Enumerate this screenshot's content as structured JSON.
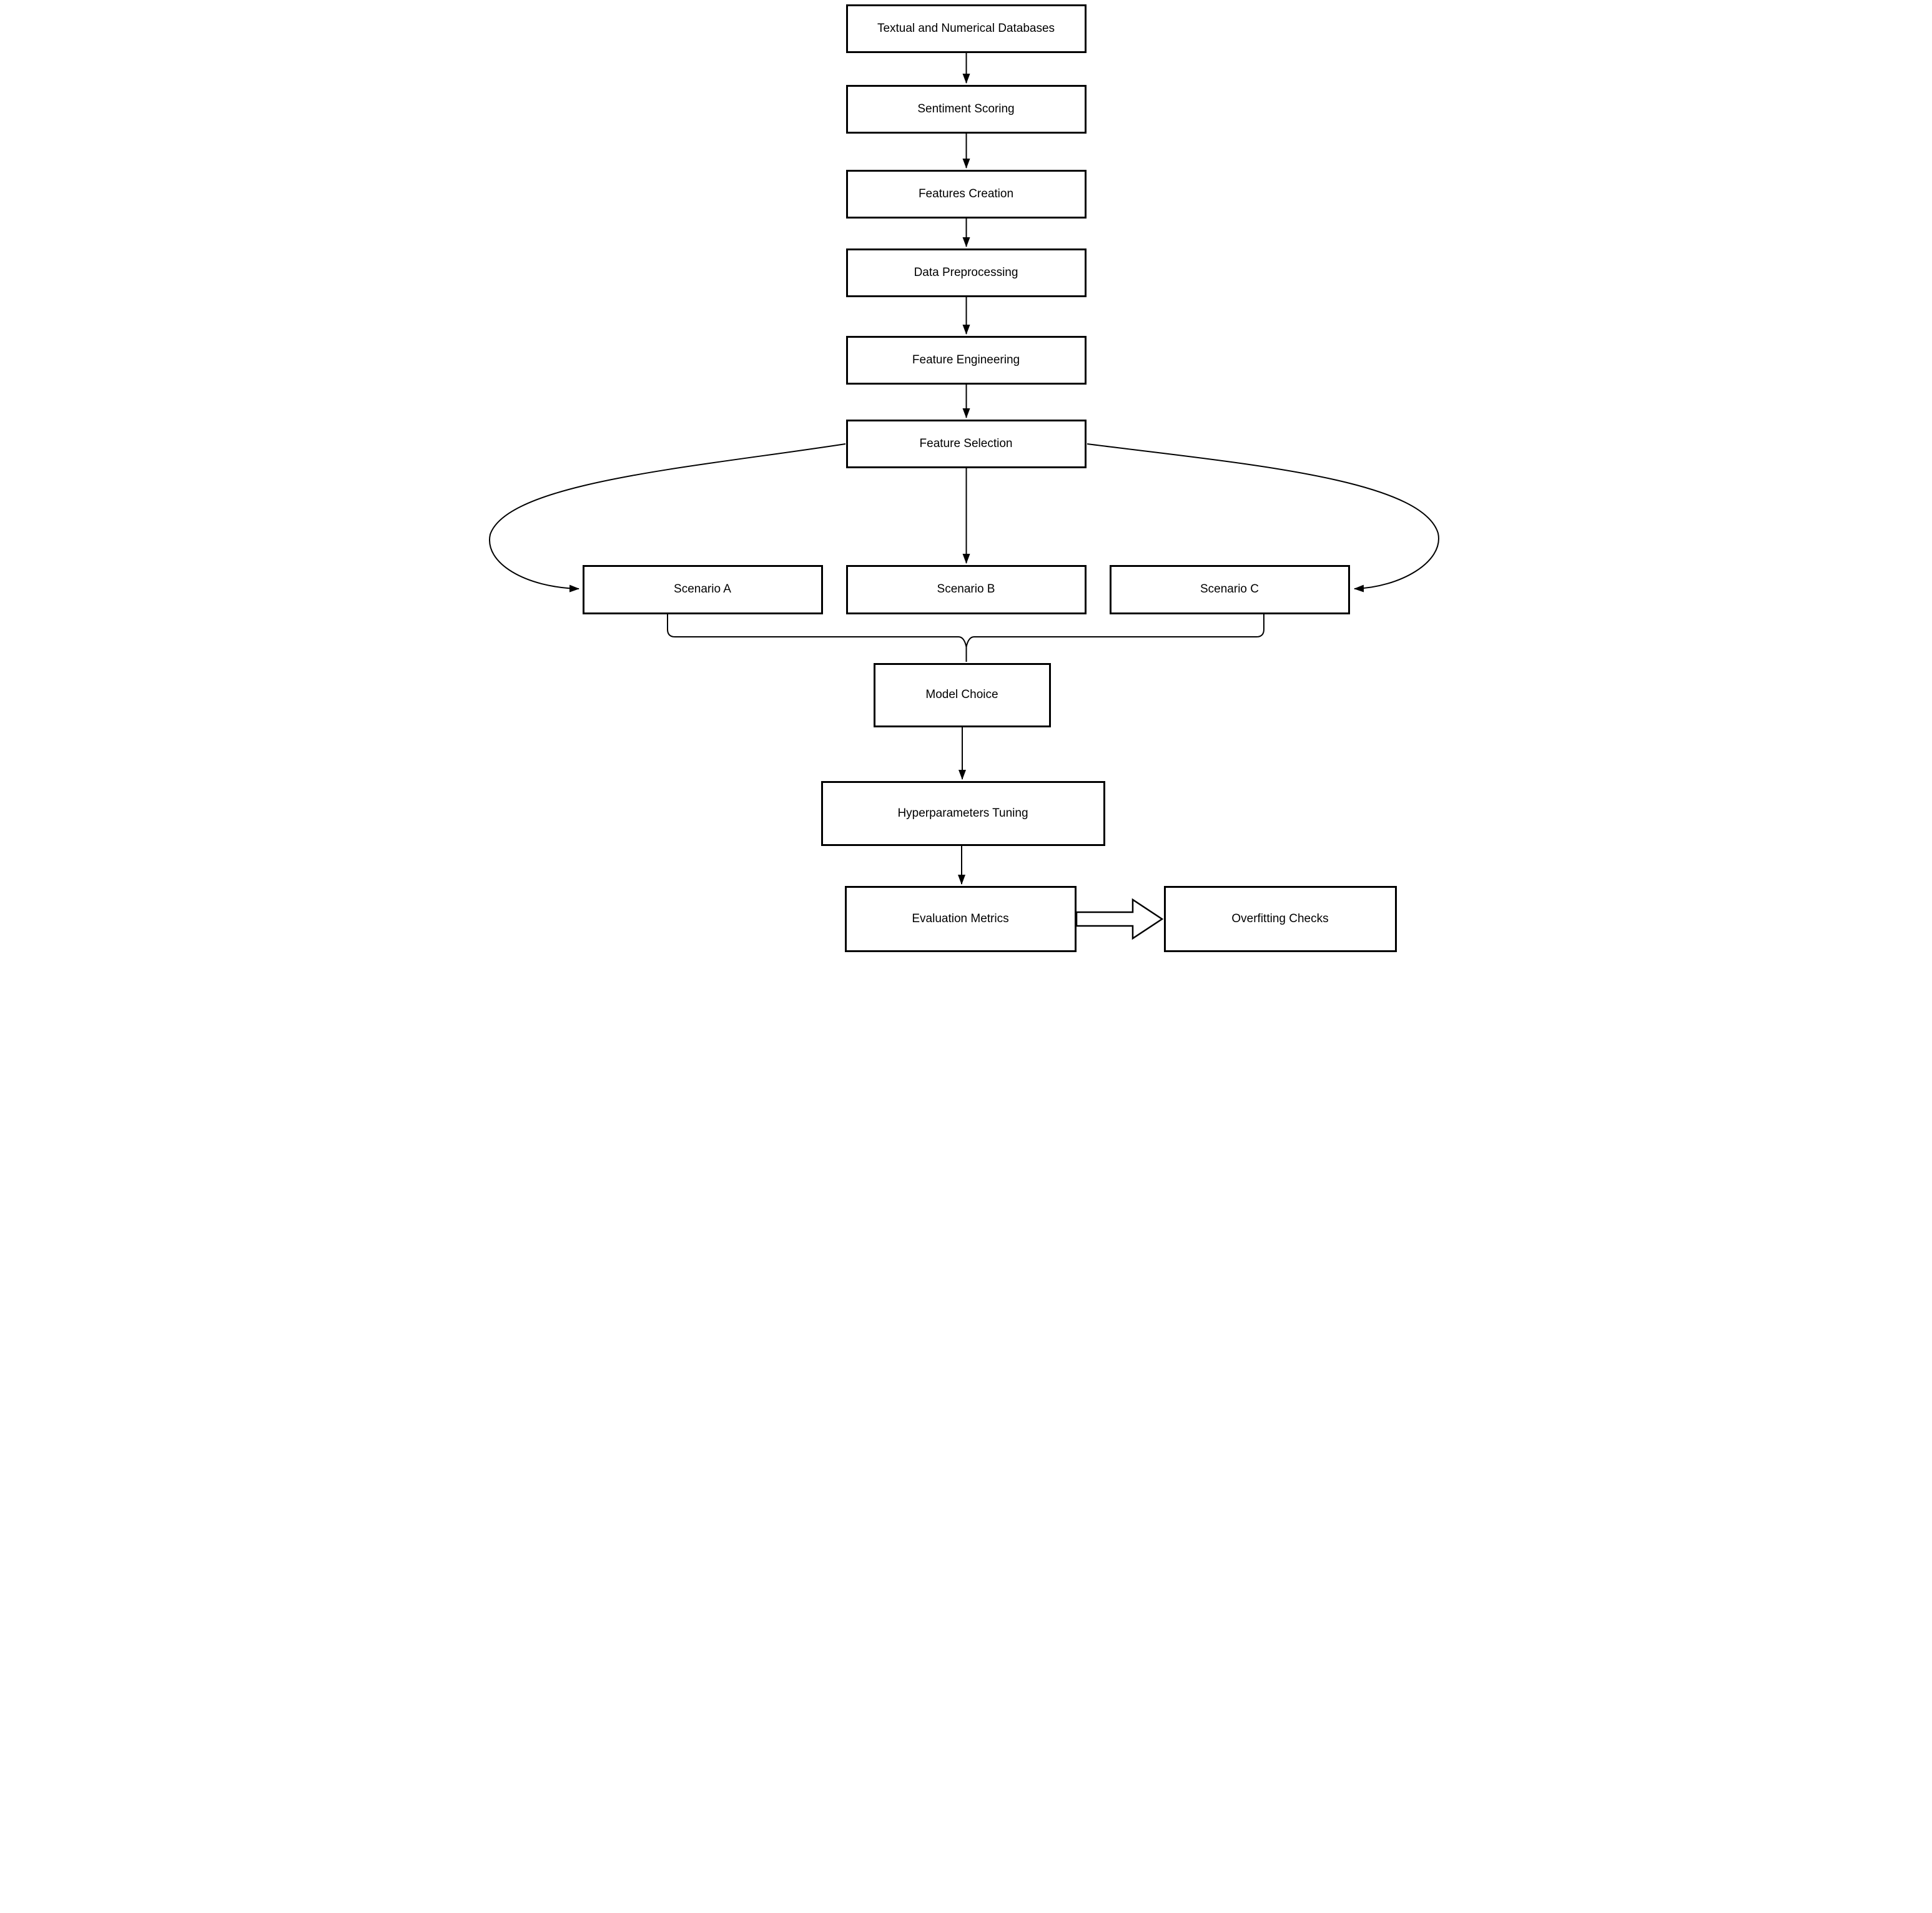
{
  "diagram": {
    "type": "flowchart",
    "background": "#ffffff",
    "nodes": {
      "db": {
        "label": "Textual and Numerical Databases"
      },
      "scoring": {
        "label": "Sentiment Scoring"
      },
      "creation": {
        "label": "Features Creation"
      },
      "preprocessing": {
        "label": "Data Preprocessing"
      },
      "engineering": {
        "label": "Feature Engineering"
      },
      "selection": {
        "label": "Feature Selection"
      },
      "scenario_a": {
        "label": "Scenario A"
      },
      "scenario_b": {
        "label": "Scenario B"
      },
      "scenario_c": {
        "label": "Scenario C"
      },
      "model": {
        "label": "Model Choice"
      },
      "tuning": {
        "label": "Hyperparameters Tuning"
      },
      "evaluation": {
        "label": "Evaluation Metrics"
      },
      "overfitting": {
        "label": "Overfitting Checks"
      }
    },
    "edges": [
      {
        "from": "db",
        "to": "scoring",
        "style": "straight-arrow"
      },
      {
        "from": "scoring",
        "to": "creation",
        "style": "straight-arrow"
      },
      {
        "from": "creation",
        "to": "preprocessing",
        "style": "straight-arrow"
      },
      {
        "from": "preprocessing",
        "to": "engineering",
        "style": "straight-arrow"
      },
      {
        "from": "engineering",
        "to": "selection",
        "style": "straight-arrow"
      },
      {
        "from": "selection",
        "to": "scenario_b",
        "style": "straight-arrow"
      },
      {
        "from": "selection",
        "to": "scenario_a",
        "style": "curved-arrow-left"
      },
      {
        "from": "selection",
        "to": "scenario_c",
        "style": "curved-arrow-right"
      },
      {
        "from": "scenario_a",
        "to": "model",
        "style": "merge-bracket"
      },
      {
        "from": "scenario_b",
        "to": "model",
        "style": "merge-bracket"
      },
      {
        "from": "scenario_c",
        "to": "model",
        "style": "merge-bracket"
      },
      {
        "from": "model",
        "to": "tuning",
        "style": "straight-arrow"
      },
      {
        "from": "tuning",
        "to": "evaluation",
        "style": "straight-arrow"
      },
      {
        "from": "evaluation",
        "to": "overfitting",
        "style": "block-arrow"
      }
    ],
    "colors": {
      "node_fill": "#ffffff",
      "node_border": "#000000",
      "line": "#000000",
      "text": "#000000"
    }
  }
}
